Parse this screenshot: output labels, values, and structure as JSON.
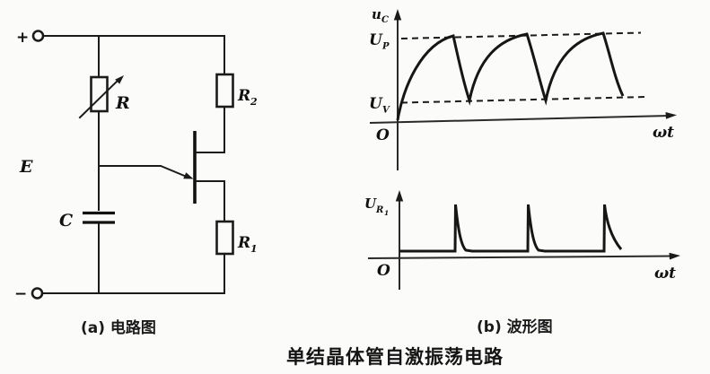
{
  "figure": {
    "caption_a": "(a) 电路图",
    "caption_b": "(b) 波形图",
    "title": "单结晶体管自激振荡电路"
  },
  "circuit": {
    "terminal_plus": "+",
    "terminal_minus": "−",
    "source_label": "E",
    "variable_resistor_label": "R",
    "capacitor_label": "C",
    "r2_label": {
      "base": "R",
      "sub": "2"
    },
    "r1_label": {
      "base": "R",
      "sub": "1"
    },
    "line_color": "#1b1b1b"
  },
  "waveforms": {
    "uc_plot": {
      "y_axis_label": {
        "base": "u",
        "sub": "C"
      },
      "x_axis_label": "ωt",
      "origin_label": "O",
      "peak_level_label": {
        "base": "U",
        "sub": "P"
      },
      "valley_level_label": {
        "base": "U",
        "sub": "V"
      }
    },
    "ur1_plot": {
      "y_axis_label": {
        "base": "U",
        "sub": "R",
        "subsub": "1"
      },
      "x_axis_label": "ωt",
      "origin_label": "O"
    }
  },
  "chart_data": [
    {
      "type": "line",
      "name": "capacitor voltage uC vs ωt",
      "ylabel": "uC",
      "xlabel": "ωt",
      "reference_levels": [
        "U_P (upper, dashed)",
        "U_V (lower, dashed)"
      ],
      "shape": "exponential sawtooth: charges from U_V up to U_P, then rapid discharge back to U_V",
      "cycles_shown": 3,
      "starts_at": "origin O rising from 0",
      "peaks_x_fraction": [
        0.21,
        0.48,
        0.76
      ],
      "grid": false,
      "legend": false
    },
    {
      "type": "line",
      "name": "output pulses U_R1 vs ωt",
      "ylabel": "U_R1",
      "xlabel": "ωt",
      "shape": "low flat baseline with three narrow spikes (vertical rise, fast exponential decay) aligned with uC discharge instants",
      "pulses_x_fraction": [
        0.21,
        0.48,
        0.76
      ],
      "grid": false,
      "legend": false
    }
  ]
}
